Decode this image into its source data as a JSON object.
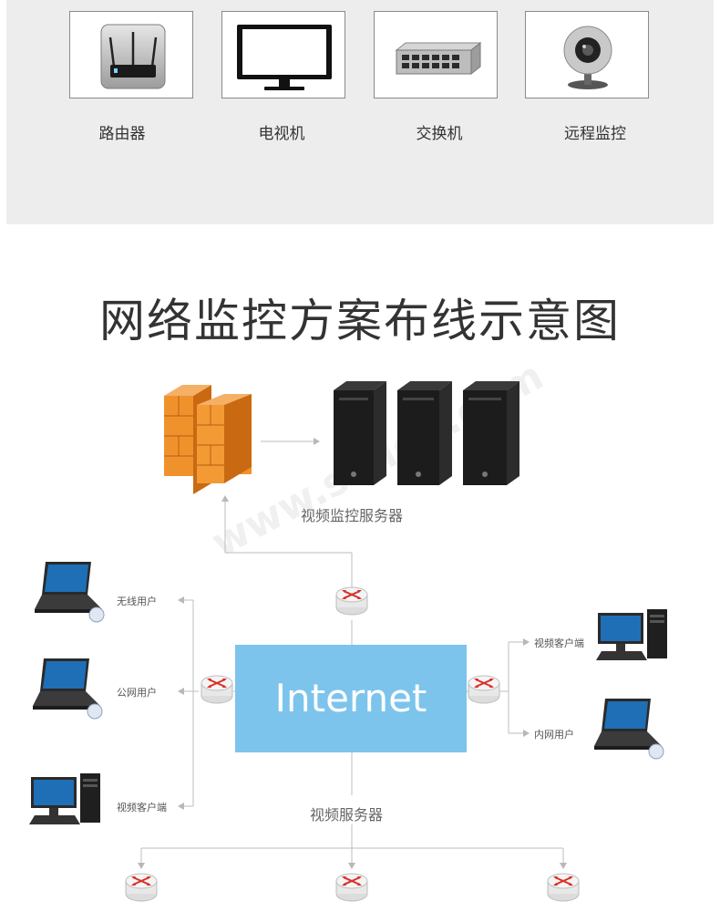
{
  "devices": [
    {
      "label": "路由器",
      "icon": "router-icon"
    },
    {
      "label": "电视机",
      "icon": "tv-icon"
    },
    {
      "label": "交换机",
      "icon": "switch-icon"
    },
    {
      "label": "远程监控",
      "icon": "webcam-icon"
    }
  ],
  "diagram": {
    "title": "网络监控方案布线示意图",
    "internet_label": "Internet",
    "server_group_label": "视频监控服务器",
    "video_server_label": "视频服务器",
    "left_clients": [
      "无线用户",
      "公网用户",
      "视频客户端"
    ],
    "right_clients": [
      "视频客户端",
      "内网用户"
    ],
    "watermark": "www.soliqu.com"
  },
  "colors": {
    "internet_fill": "#7cc4ec",
    "panel_bg": "#ededed",
    "firewall": "#f0922c",
    "router_arrow": "#d9302a"
  }
}
